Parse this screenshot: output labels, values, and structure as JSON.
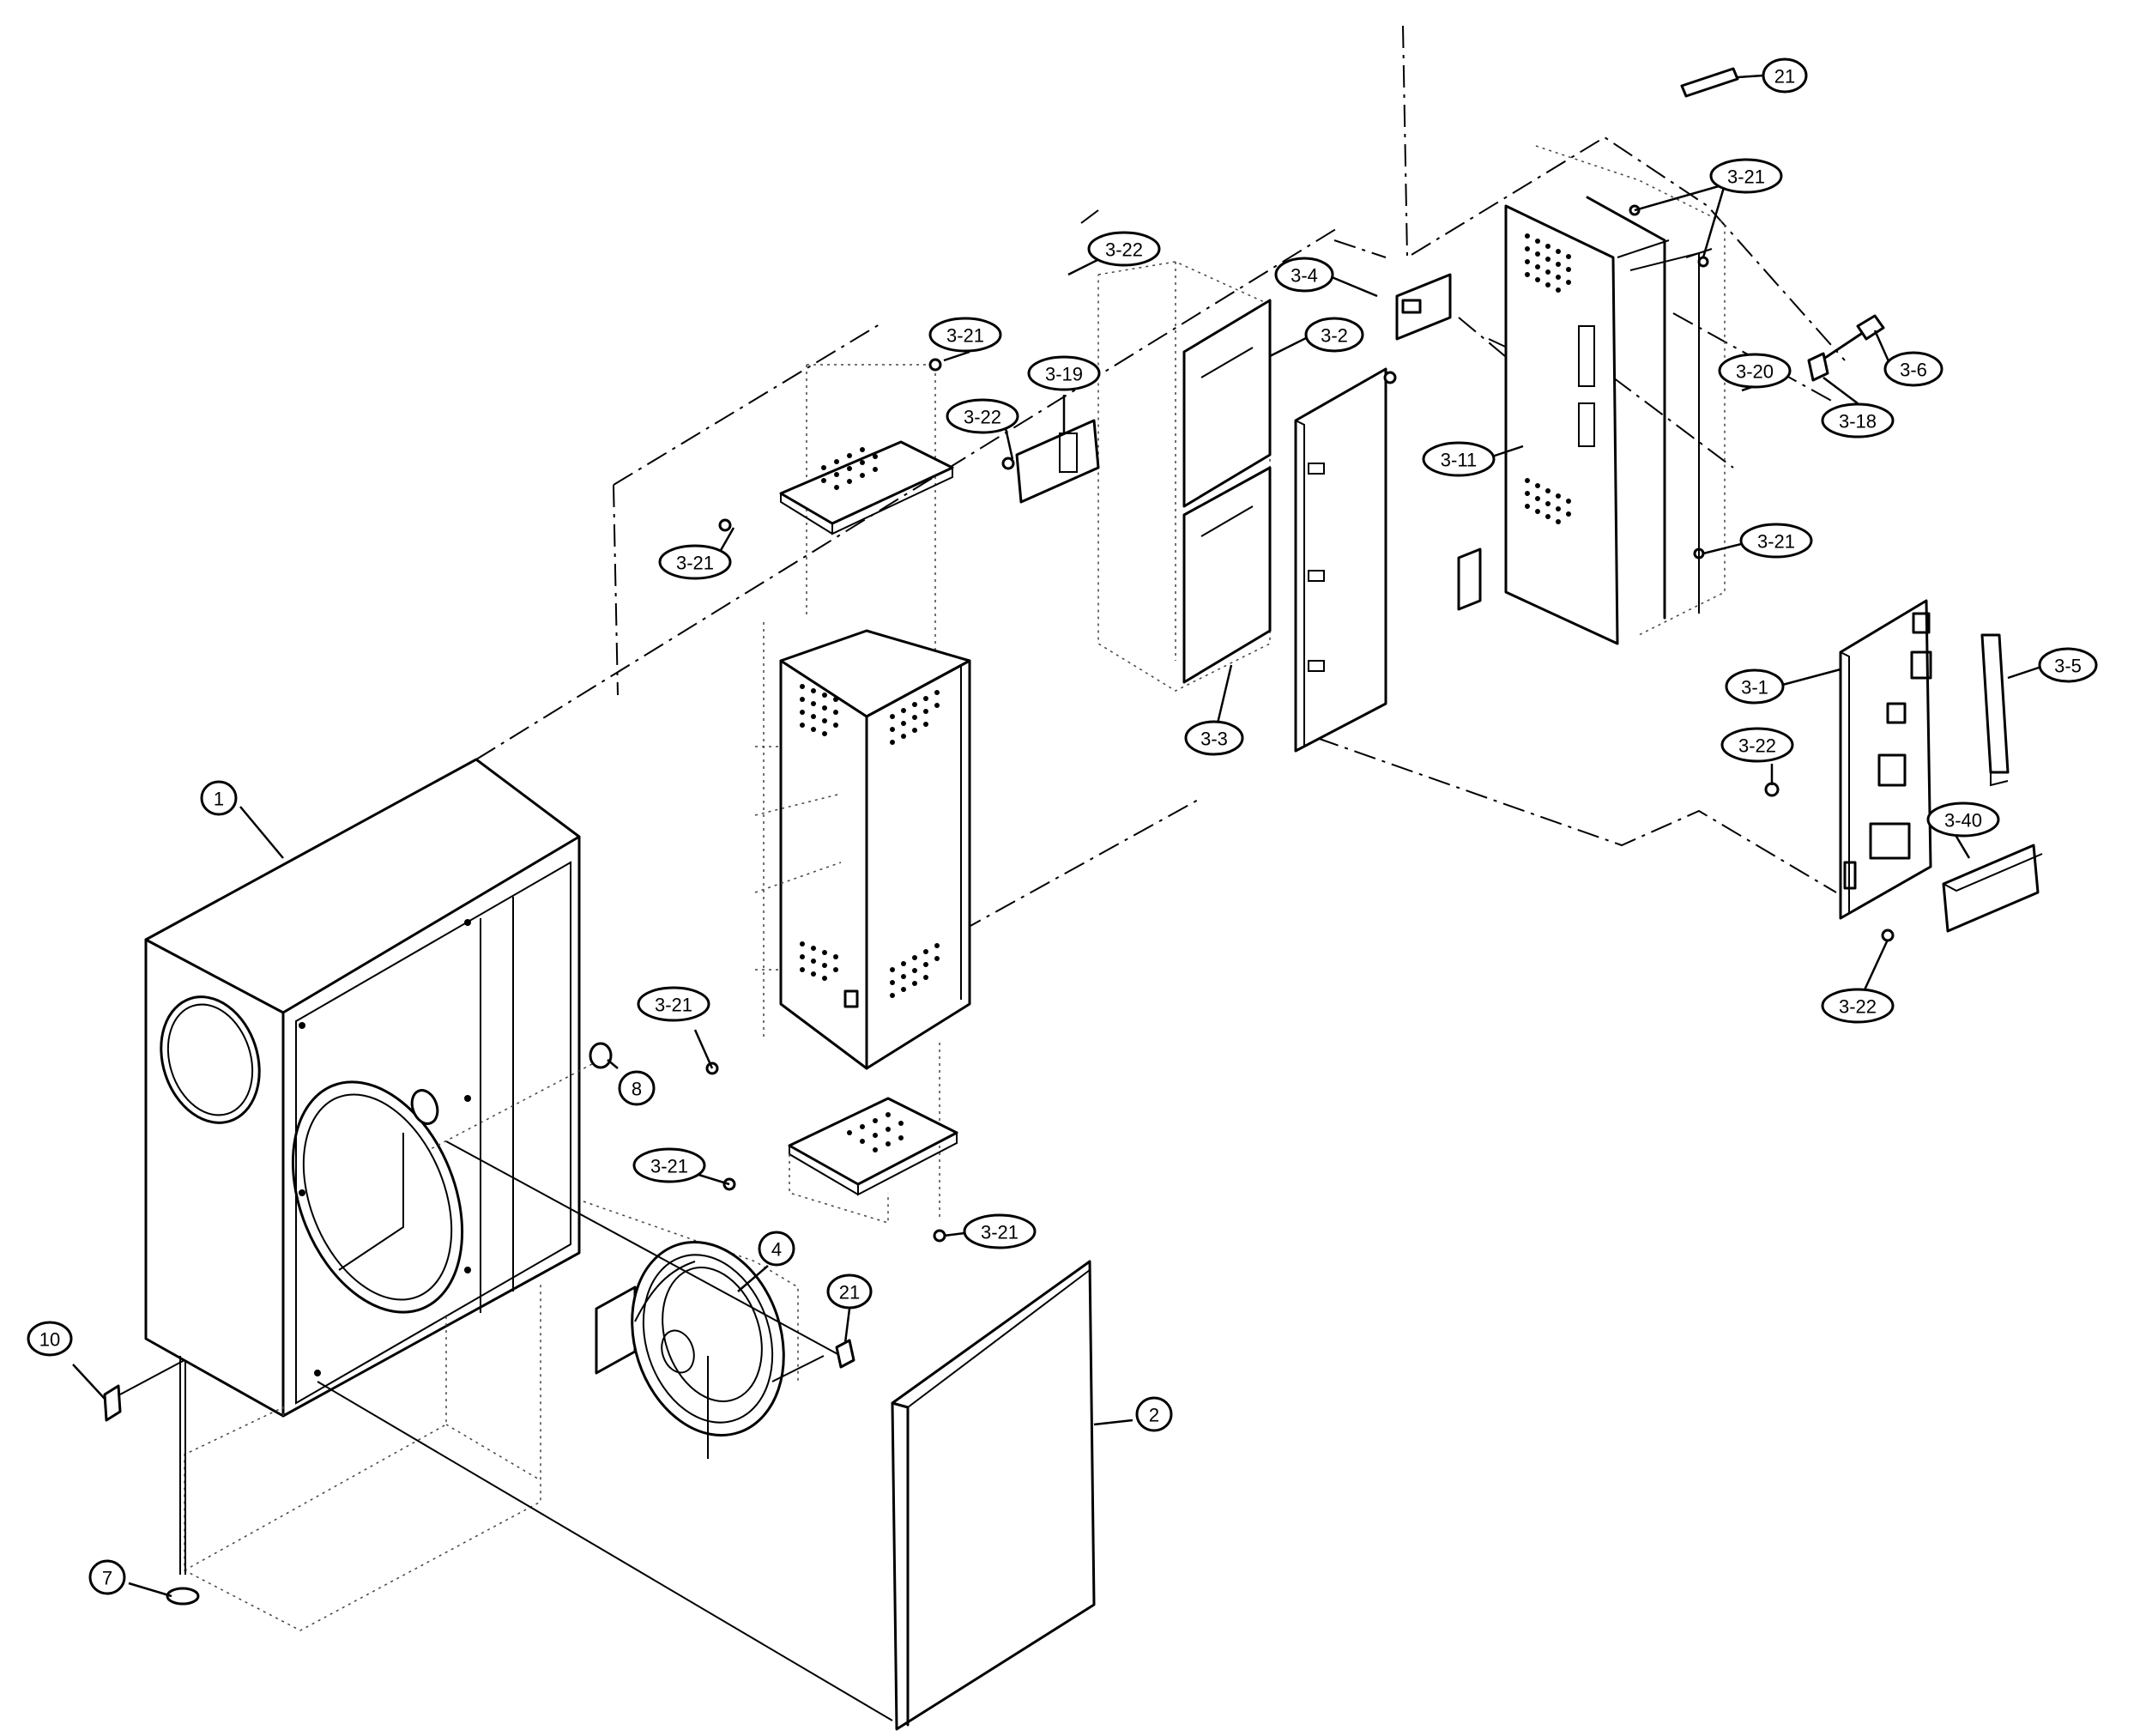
{
  "callouts": [
    {
      "id": "c-21-top",
      "label": "21"
    },
    {
      "id": "c-3-21-tr",
      "label": "3-21"
    },
    {
      "id": "c-3-22-top",
      "label": "3-22"
    },
    {
      "id": "c-3-4",
      "label": "3-4"
    },
    {
      "id": "c-3-21-upper",
      "label": "3-21"
    },
    {
      "id": "c-3-2",
      "label": "3-2"
    },
    {
      "id": "c-3-19",
      "label": "3-19"
    },
    {
      "id": "c-3-22-mid",
      "label": "3-22"
    },
    {
      "id": "c-3-20",
      "label": "3-20"
    },
    {
      "id": "c-3-6",
      "label": "3-6"
    },
    {
      "id": "c-3-18",
      "label": "3-18"
    },
    {
      "id": "c-3-11",
      "label": "3-11"
    },
    {
      "id": "c-3-21-left",
      "label": "3-21"
    },
    {
      "id": "c-3-21-right",
      "label": "3-21"
    },
    {
      "id": "c-3-3",
      "label": "3-3"
    },
    {
      "id": "c-3-1",
      "label": "3-1"
    },
    {
      "id": "c-3-5",
      "label": "3-5"
    },
    {
      "id": "c-3-22-board",
      "label": "3-22"
    },
    {
      "id": "c-3-40",
      "label": "3-40"
    },
    {
      "id": "c-3-22-bottom",
      "label": "3-22"
    },
    {
      "id": "c-1",
      "label": "1"
    },
    {
      "id": "c-3-21-amp",
      "label": "3-21"
    },
    {
      "id": "c-8",
      "label": "8"
    },
    {
      "id": "c-3-21-base",
      "label": "3-21"
    },
    {
      "id": "c-3-21-baseb",
      "label": "3-21"
    },
    {
      "id": "c-4",
      "label": "4"
    },
    {
      "id": "c-21-speaker",
      "label": "21"
    },
    {
      "id": "c-10",
      "label": "10"
    },
    {
      "id": "c-2",
      "label": "2"
    },
    {
      "id": "c-7",
      "label": "7"
    }
  ]
}
